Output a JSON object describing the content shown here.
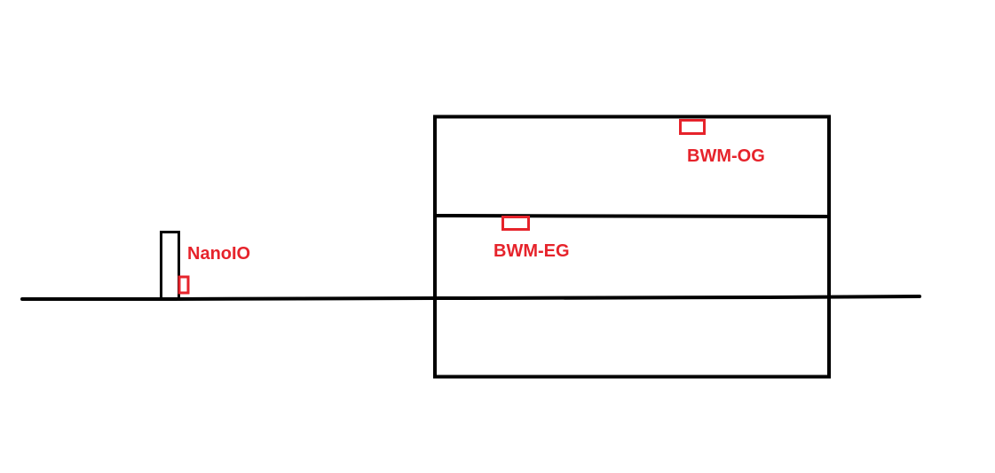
{
  "diagram": {
    "colors": {
      "background": "#ffffff",
      "line": "#000000",
      "sensor": "#e6232b"
    },
    "labels": {
      "nanoio": "NanoIO",
      "bwm_eg": "BWM-EG",
      "bwm_og": "BWM-OG"
    }
  }
}
